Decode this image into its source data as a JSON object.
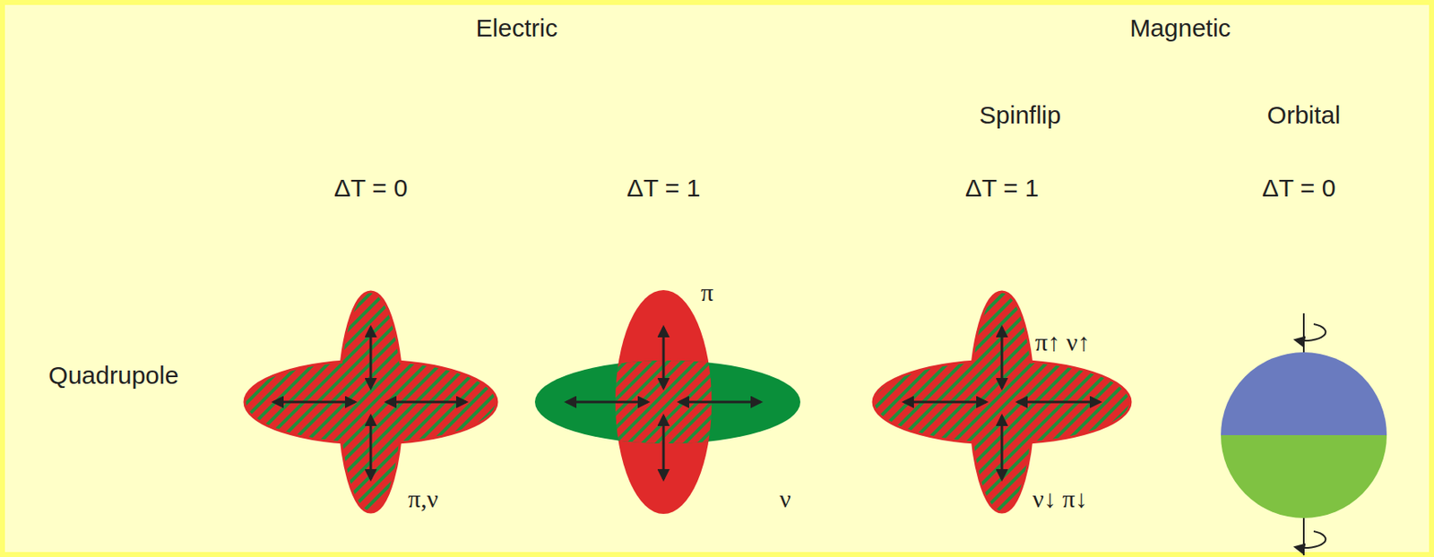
{
  "diagram": {
    "labels": [
      "Electric",
      "Magnetic",
      "Spinflip",
      "Orbital",
      "ΔT = 0",
      "ΔT = 1",
      "ΔT = 1",
      "ΔT = 0",
      "Quadrupole",
      "π,ν",
      "π",
      "ν",
      "π↑ ν↑",
      "ν↓ π↓"
    ]
  }
}
